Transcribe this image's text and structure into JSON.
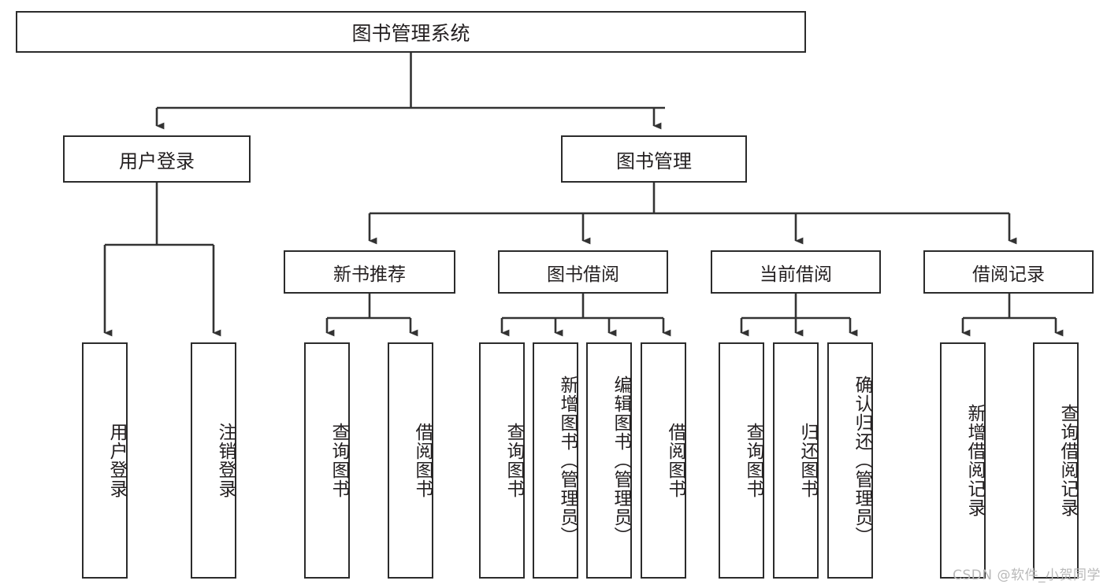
{
  "diagram": {
    "type": "tree",
    "title": "图书管理系统",
    "orientation": "top-down",
    "colors": {
      "box_border": "#2b2b2b",
      "box_fill": "#ffffff",
      "edge": "#333333",
      "text": "#231f20",
      "watermark": "#b9b9b9",
      "background": "#ffffff"
    },
    "watermark": "CSDN @软件_小贺同学"
  },
  "nodes": {
    "root": {
      "label": "图书管理系统"
    },
    "level2": [
      {
        "id": "user-login",
        "label": "用户登录"
      },
      {
        "id": "book-manage",
        "label": "图书管理"
      }
    ],
    "level3": [
      {
        "id": "new-book-rec",
        "label": "新书推荐"
      },
      {
        "id": "book-borrow",
        "label": "图书借阅"
      },
      {
        "id": "current-borrow",
        "label": "当前借阅"
      },
      {
        "id": "borrow-record",
        "label": "借阅记录"
      }
    ],
    "leaves": {
      "user_login": [
        {
          "id": "leaf-user-login",
          "label": "用户登录"
        },
        {
          "id": "leaf-logout-login",
          "label": "注销登录"
        }
      ],
      "new_book_rec": [
        {
          "id": "leaf-query-book-1",
          "label": "查询图书"
        },
        {
          "id": "leaf-borrow-book-1",
          "label": "借阅图书"
        }
      ],
      "book_borrow": [
        {
          "id": "leaf-query-book-2",
          "label": "查询图书"
        },
        {
          "id": "leaf-add-book",
          "label": "新增图书（管理员）"
        },
        {
          "id": "leaf-edit-book",
          "label": "编辑图书（管理员）"
        },
        {
          "id": "leaf-borrow-book-2",
          "label": "借阅图书"
        }
      ],
      "current_borrow": [
        {
          "id": "leaf-query-book-3",
          "label": "查询图书"
        },
        {
          "id": "leaf-return-book",
          "label": "归还图书"
        },
        {
          "id": "leaf-confirm-return",
          "label": "确认归还（管理员）"
        }
      ],
      "borrow_record": [
        {
          "id": "leaf-add-record",
          "label": "新增借阅记录"
        },
        {
          "id": "leaf-query-record",
          "label": "查询借阅记录"
        }
      ]
    }
  },
  "edges": [
    {
      "from": "root",
      "to": "user-login"
    },
    {
      "from": "root",
      "to": "book-manage"
    },
    {
      "from": "user-login",
      "to": "leaf-user-login"
    },
    {
      "from": "user-login",
      "to": "leaf-logout-login"
    },
    {
      "from": "book-manage",
      "to": "new-book-rec"
    },
    {
      "from": "book-manage",
      "to": "book-borrow"
    },
    {
      "from": "book-manage",
      "to": "current-borrow"
    },
    {
      "from": "book-manage",
      "to": "borrow-record"
    },
    {
      "from": "new-book-rec",
      "to": "leaf-query-book-1"
    },
    {
      "from": "new-book-rec",
      "to": "leaf-borrow-book-1"
    },
    {
      "from": "book-borrow",
      "to": "leaf-query-book-2"
    },
    {
      "from": "book-borrow",
      "to": "leaf-add-book"
    },
    {
      "from": "book-borrow",
      "to": "leaf-edit-book"
    },
    {
      "from": "book-borrow",
      "to": "leaf-borrow-book-2"
    },
    {
      "from": "current-borrow",
      "to": "leaf-query-book-3"
    },
    {
      "from": "current-borrow",
      "to": "leaf-return-book"
    },
    {
      "from": "current-borrow",
      "to": "leaf-confirm-return"
    },
    {
      "from": "borrow-record",
      "to": "leaf-add-record"
    },
    {
      "from": "borrow-record",
      "to": "leaf-query-record"
    }
  ]
}
